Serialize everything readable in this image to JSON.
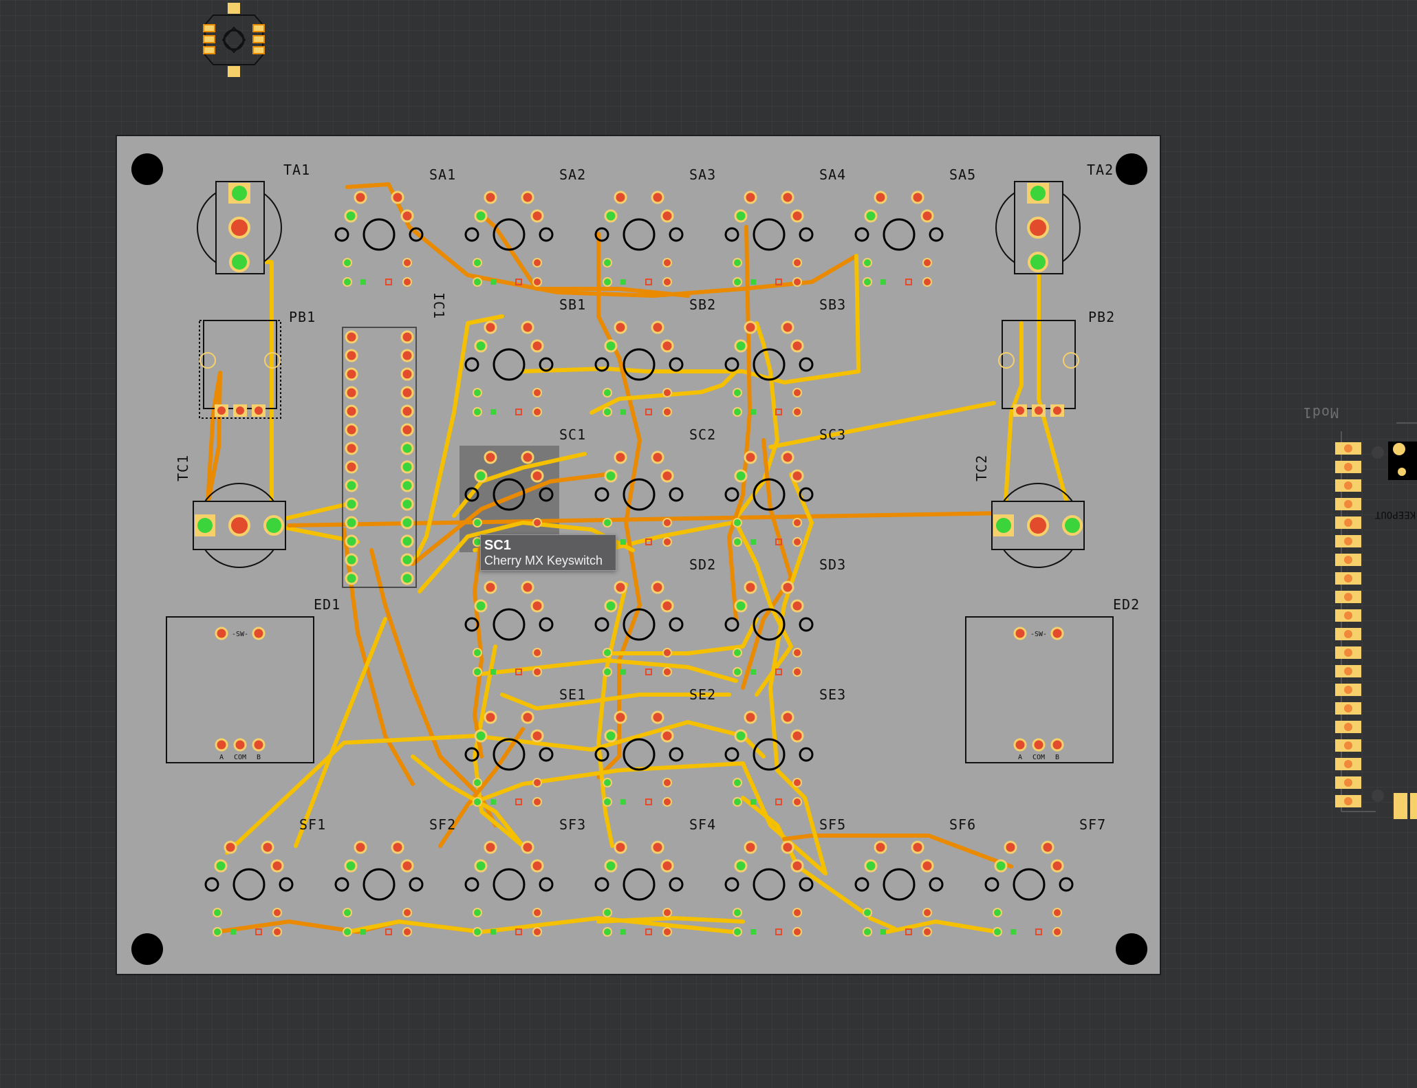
{
  "canvas": {
    "background": "#323335",
    "board_fill": "#a4a4a4",
    "colors": {
      "top_trace": "#f5c000",
      "bottom_trace": "#ea8a00",
      "pad_red": "#e24b2c",
      "pad_green": "#3bd43b",
      "pad_yellow": "#f5d06b",
      "silkscreen": "#111111"
    }
  },
  "components": {
    "tactile": [
      "TA1",
      "TA2",
      "TC1",
      "TC2"
    ],
    "pushbuttons": [
      "PB1",
      "PB2"
    ],
    "encoders": [
      "ED1",
      "ED2"
    ],
    "ic": "IC1",
    "switch_rows": {
      "a": [
        "SA1",
        "SA2",
        "SA3",
        "SA4",
        "SA5"
      ],
      "b": [
        "SB1",
        "SB2",
        "SB3"
      ],
      "c": [
        "SC1",
        "SC2",
        "SC3"
      ],
      "d": [
        "SD2",
        "SD3"
      ],
      "e": [
        "SE1",
        "SE2",
        "SE3"
      ],
      "f": [
        "SF1",
        "SF2",
        "SF3",
        "SF4",
        "SF5",
        "SF6",
        "SF7"
      ]
    },
    "encoder_labels": {
      "sw": "-SW-",
      "a": "A",
      "com": "COM",
      "b": "B"
    },
    "offboard_labels": {
      "module": "Mod1",
      "keepout": "KEEPOUT"
    }
  },
  "tooltip": {
    "title": "SC1",
    "subtitle": "Cherry MX Keyswitch"
  }
}
